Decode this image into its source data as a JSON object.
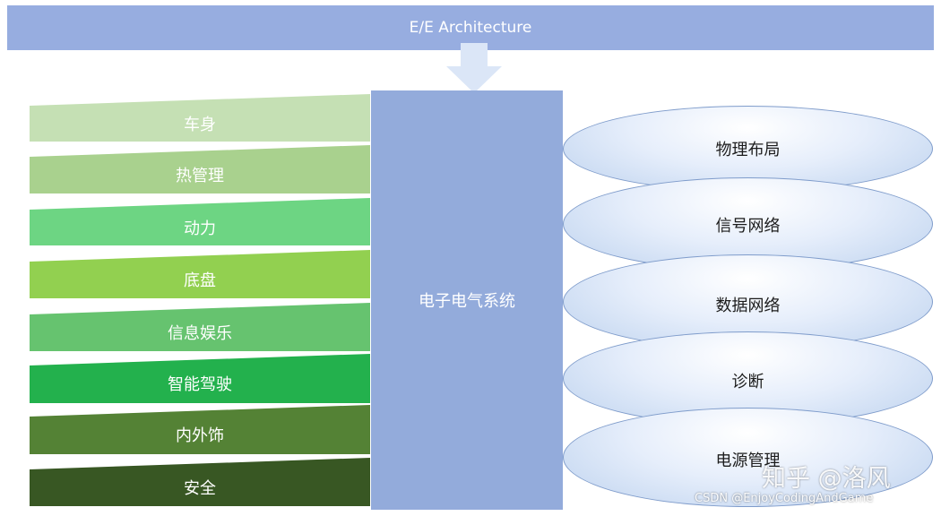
{
  "header": {
    "title": "E/E Architecture"
  },
  "core": {
    "label": "电子电气系统"
  },
  "domains": [
    {
      "label": "车身",
      "color": "#c5e0b4"
    },
    {
      "label": "热管理",
      "color": "#a9d18e"
    },
    {
      "label": "动力",
      "color": "#6dd583"
    },
    {
      "label": "底盘",
      "color": "#92d050"
    },
    {
      "label": "信息娱乐",
      "color": "#66c36f"
    },
    {
      "label": "智能驾驶",
      "color": "#23b14d"
    },
    {
      "label": "内外饰",
      "color": "#548235"
    },
    {
      "label": "安全",
      "color": "#385723"
    }
  ],
  "layers": [
    {
      "label": "物理布局"
    },
    {
      "label": "信号网络"
    },
    {
      "label": "数据网络"
    },
    {
      "label": "诊断"
    },
    {
      "label": "电源管理"
    }
  ],
  "watermark": {
    "text": "知乎 @洛风"
  },
  "credit": {
    "text": "CSDN @EnjoyCodingAndGame"
  },
  "colors": {
    "banner": "#97ade0",
    "core": "#93abdb",
    "arrow": "#dbe6f7"
  }
}
